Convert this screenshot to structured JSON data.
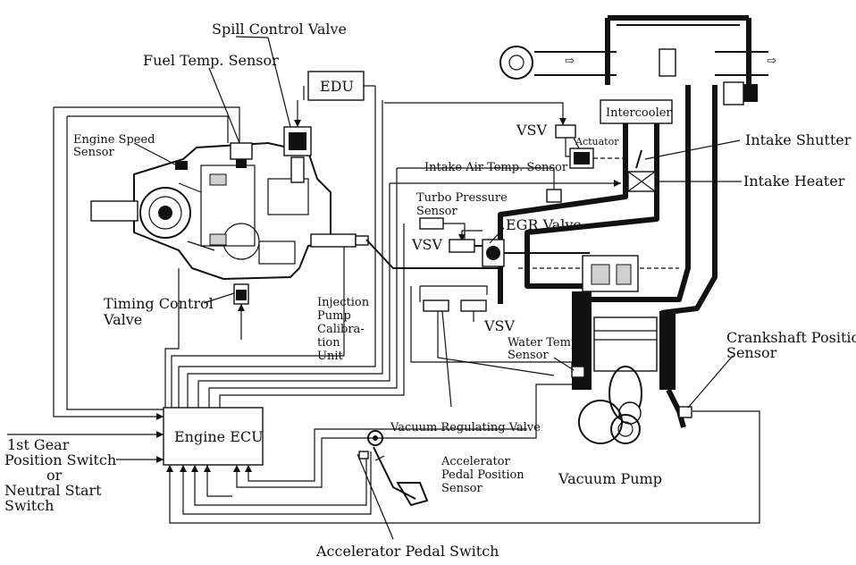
{
  "labels": {
    "spill_control_valve": "Spill Control Valve",
    "fuel_temp_sensor": "Fuel Temp. Sensor",
    "edu": "EDU",
    "engine_speed_sensor_1": "Engine Speed",
    "engine_speed_sensor_2": "Sensor",
    "timing_control_valve_1": "Timing Control",
    "timing_control_valve_2": "Valve",
    "injection_pump_1": "Injection",
    "injection_pump_2": "Pump",
    "injection_pump_3": "Calibra-",
    "injection_pump_4": "tion",
    "injection_pump_5": "Unit",
    "engine_ecu": "Engine ECU",
    "first_gear_1": "1st Gear",
    "first_gear_2": "Position Switch",
    "first_gear_3": "or",
    "first_gear_4": "Neutral Start",
    "first_gear_5": "Switch",
    "accelerator_pedal_switch": "Accelerator Pedal Switch",
    "accelerator_pedal_position_1": "Accelerator",
    "accelerator_pedal_position_2": "Pedal Position",
    "accelerator_pedal_position_3": "Sensor",
    "vacuum_regulating_valve": "Vacuum Regulating Valve",
    "vacuum_pump": "Vacuum Pump",
    "water_temp_sensor_1": "Water Temp.",
    "water_temp_sensor_2": "Sensor",
    "crankshaft_position_sensor_1": "Crankshaft Position",
    "crankshaft_position_sensor_2": "Sensor",
    "vsv_top": "VSV",
    "vsv_mid": "VSV",
    "vsv_low": "VSV",
    "actuator": "Actuator",
    "intercooler": "Intercooler",
    "intake_shutter": "Intake Shutter",
    "intake_heater": "Intake Heater",
    "intake_air_temp_sensor": "Intake Air Temp. Sensor",
    "turbo_pressure_sensor_1": "Turbo Pressure",
    "turbo_pressure_sensor_2": "Sensor",
    "egr_valve": "EGR Valve"
  }
}
